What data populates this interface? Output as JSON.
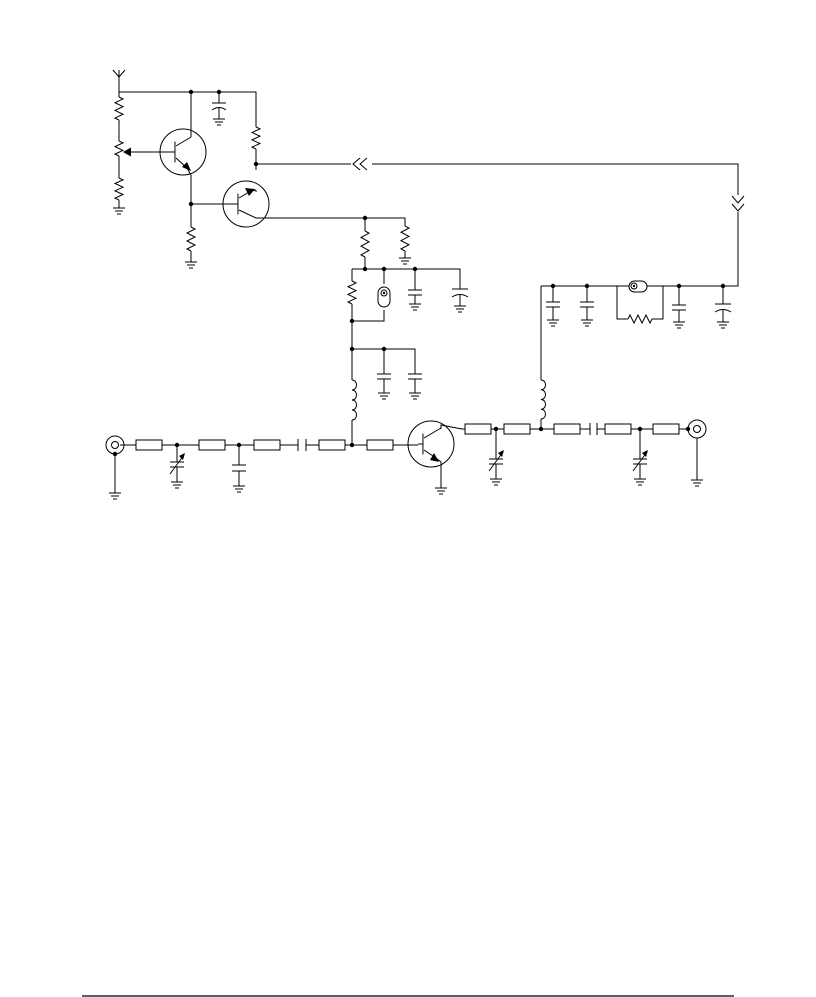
{
  "diagram": {
    "kind": "RF amplifier circuit schematic",
    "text_labels": [],
    "colors": {
      "ink": "#000000",
      "paper": "#ffffff"
    },
    "components": [
      "supply-terminal",
      "bias-potentiometer",
      "bias-transistor",
      "regulator-transistor",
      "feedback-line",
      "filter-capacitor",
      "coaxial-bias-element",
      "choke-inductor",
      "input-connector",
      "input-matching-network",
      "tuning-variable-capacitor",
      "rf-transistor",
      "output-matching-network",
      "output-connector",
      "ground-symbol"
    ]
  }
}
